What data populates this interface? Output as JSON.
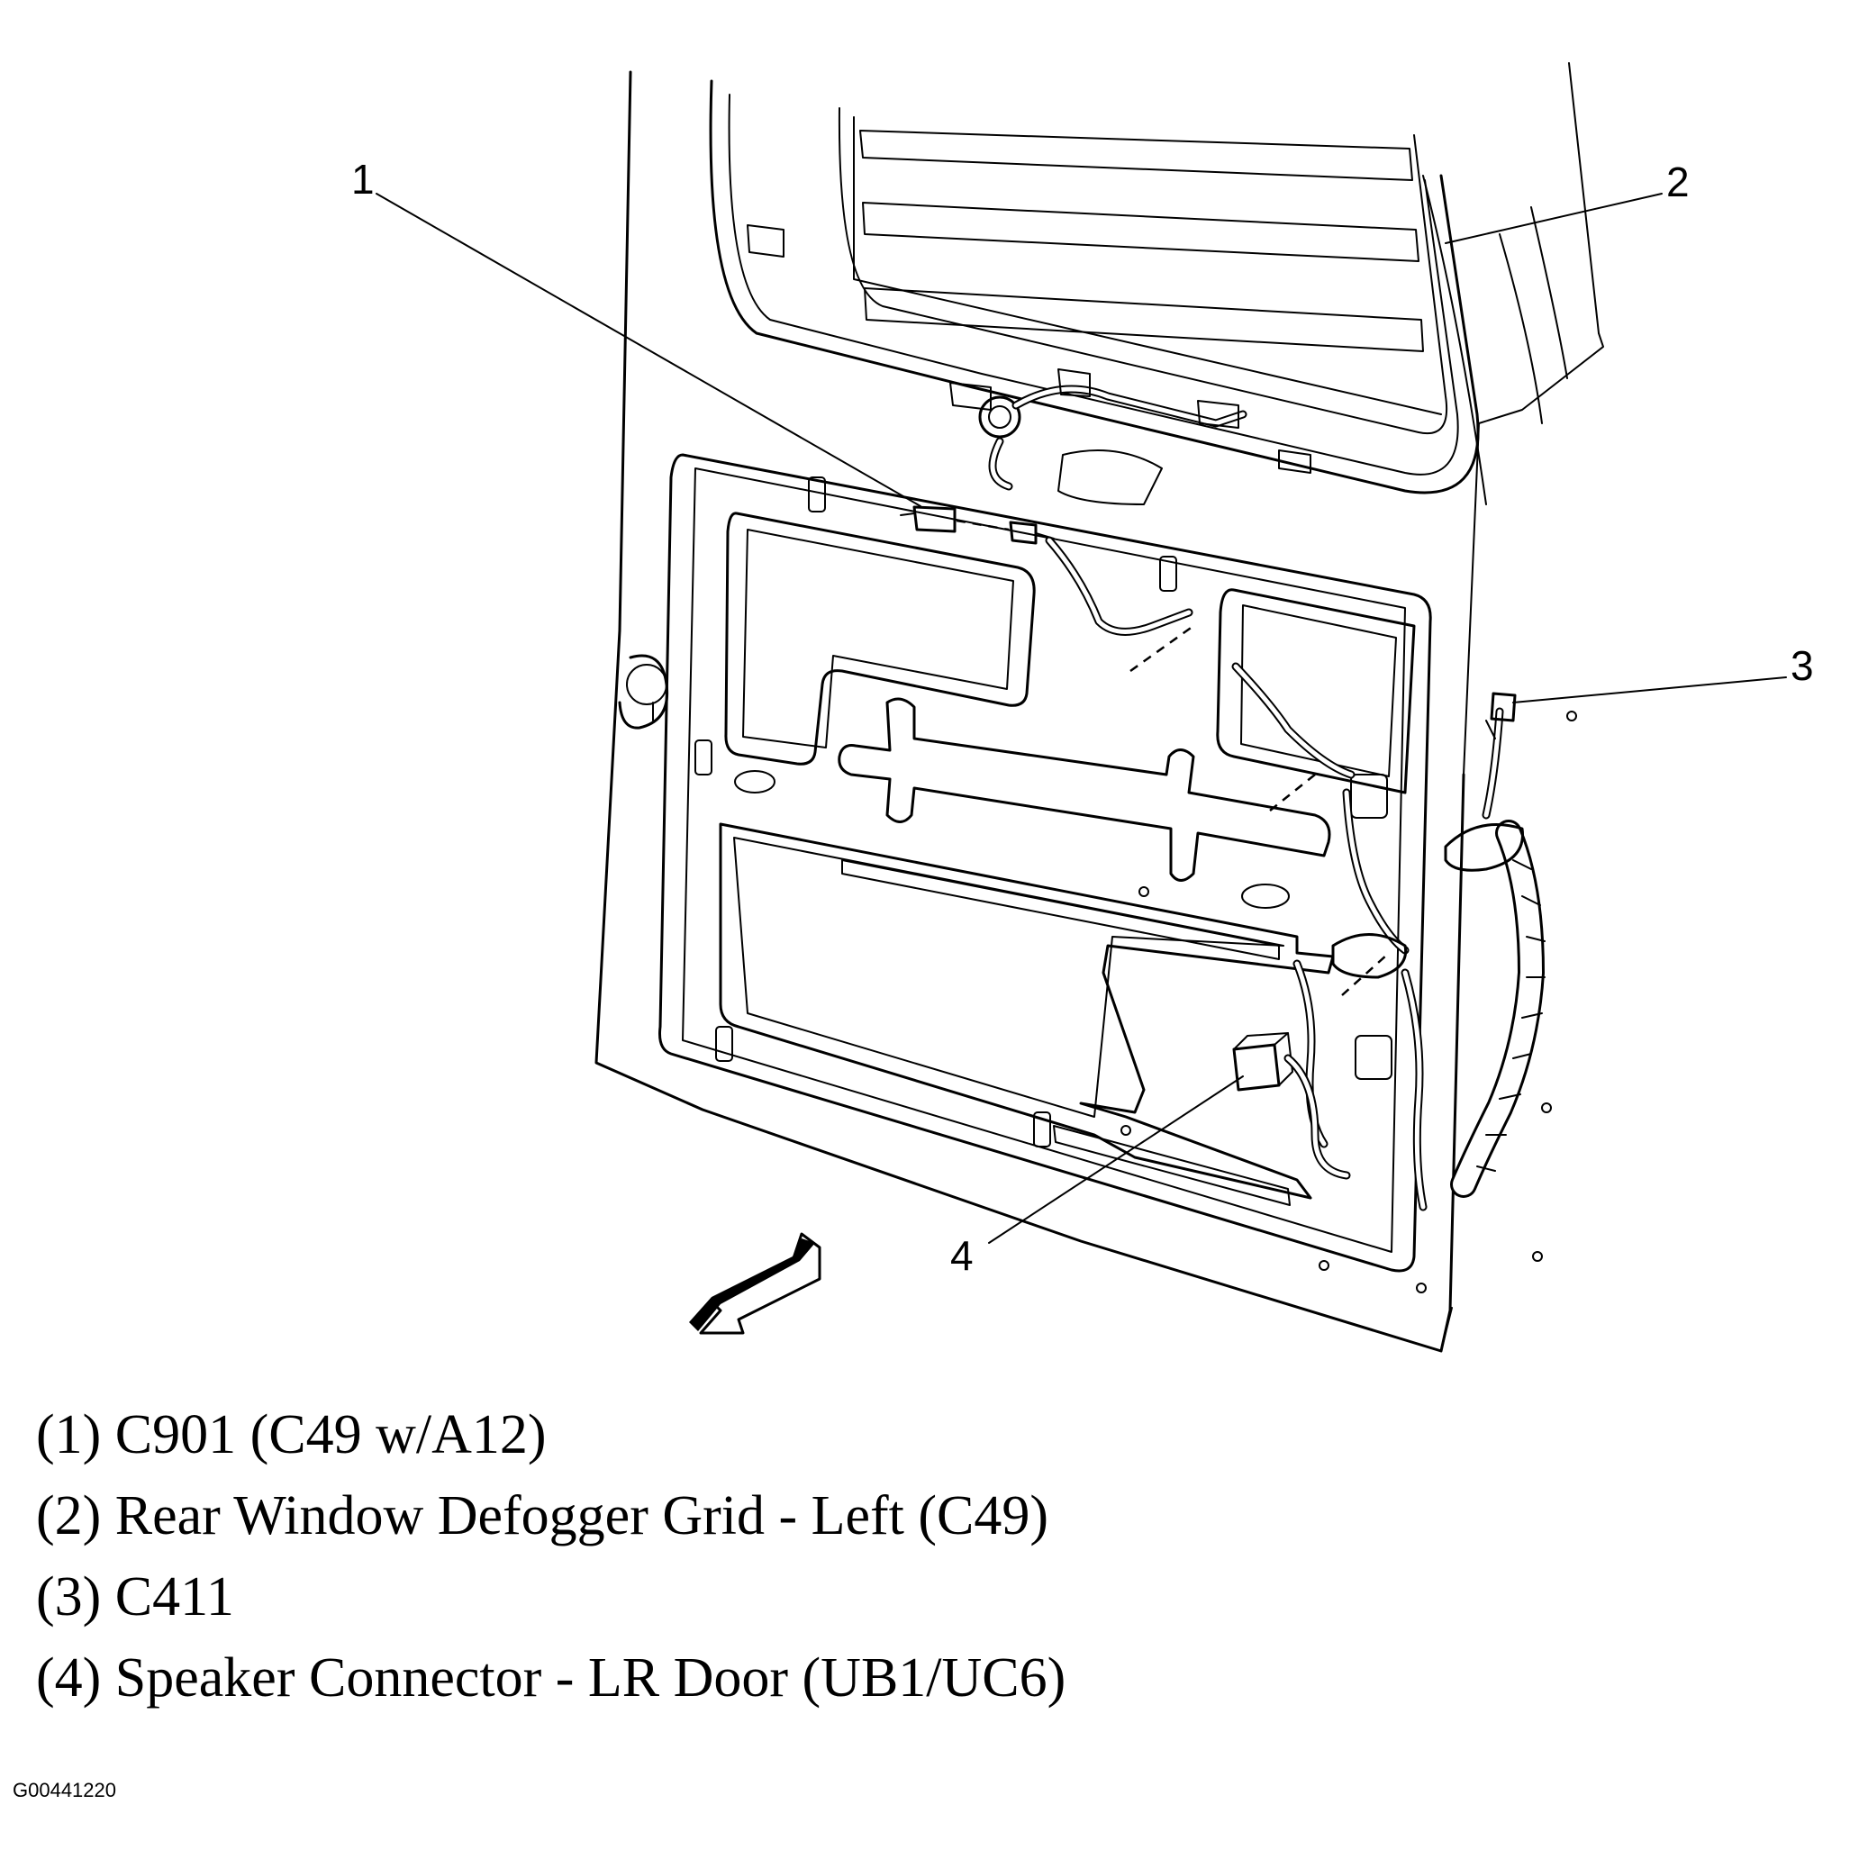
{
  "callouts": [
    {
      "num": "1"
    },
    {
      "num": "2"
    },
    {
      "num": "3"
    },
    {
      "num": "4"
    }
  ],
  "legend": [
    "(1) C901 (C49 w/A12)",
    "(2) Rear Window Defogger Grid - Left (C49)",
    "(3) C411",
    "(4) Speaker Connector - LR Door (UB1/UC6)"
  ],
  "figure_id": "G00441220"
}
